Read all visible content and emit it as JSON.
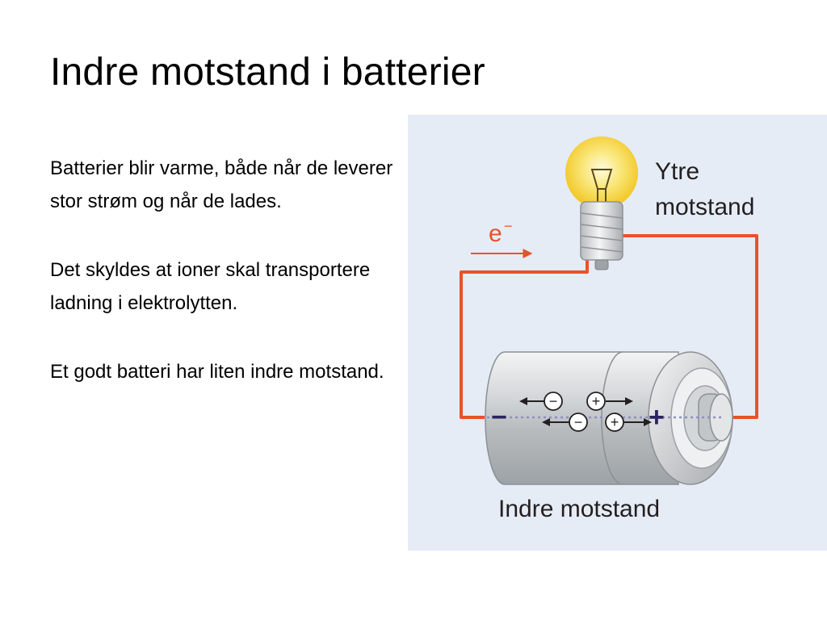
{
  "slide": {
    "title": "Indre motstand i batterier",
    "bullets": [
      "Batterier blir varme, både når de leverer stor strøm og når de lades.",
      "Det skyldes at ioner skal transportere ladning i elektrolytten.",
      "Et godt batteri har liten indre motstand."
    ]
  },
  "figure": {
    "outer_label_line1": "Ytre",
    "outer_label_line2": "motstand",
    "inner_label": "Indre motstand",
    "electron_label": "e",
    "electron_superscript": "−",
    "minus_terminal": "−",
    "plus_terminal": "+",
    "ion_negative": "−",
    "ion_positive": "+",
    "colors": {
      "background": "#e6ecf6",
      "wire": "#e8522a",
      "bulb_glow": "#f7d21c",
      "text": "#231f20"
    },
    "icons": [
      "light-bulb-icon",
      "battery-cell-icon",
      "electron-arrow-icon"
    ]
  }
}
